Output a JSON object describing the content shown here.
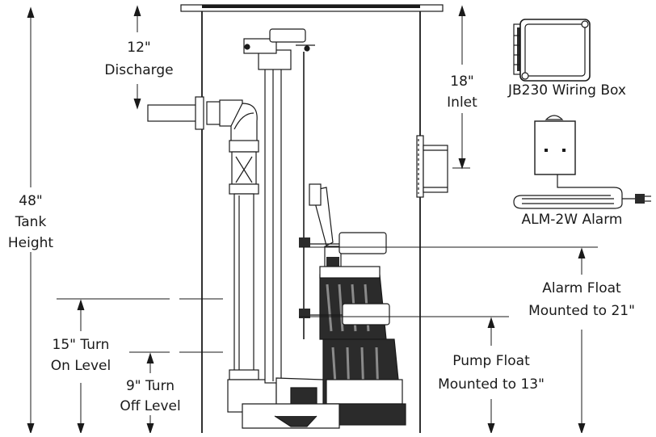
{
  "labels": {
    "discharge_top": "12\"",
    "discharge_bottom": "Discharge",
    "inlet_top": "18\"",
    "inlet_bottom": "Inlet",
    "wiring_box": "JB230 Wiring Box",
    "alarm_unit": "ALM-2W Alarm",
    "tank_1": "48\"",
    "tank_2": "Tank",
    "tank_3": "Height",
    "alarm_float_1": "Alarm Float",
    "alarm_float_2": "Mounted to 21\"",
    "pump_float_1": "Pump Float",
    "pump_float_2": "Mounted to 13\"",
    "turn_on_1": "15\" Turn",
    "turn_on_2": "On Level",
    "turn_off_1": "9\" Turn",
    "turn_off_2": "Off Level"
  },
  "colors": {
    "line": "#1a1a1a",
    "fill_light": "#ffffff",
    "fill_dark": "#2b2b2b",
    "fill_mid": "#8a8a8a"
  }
}
